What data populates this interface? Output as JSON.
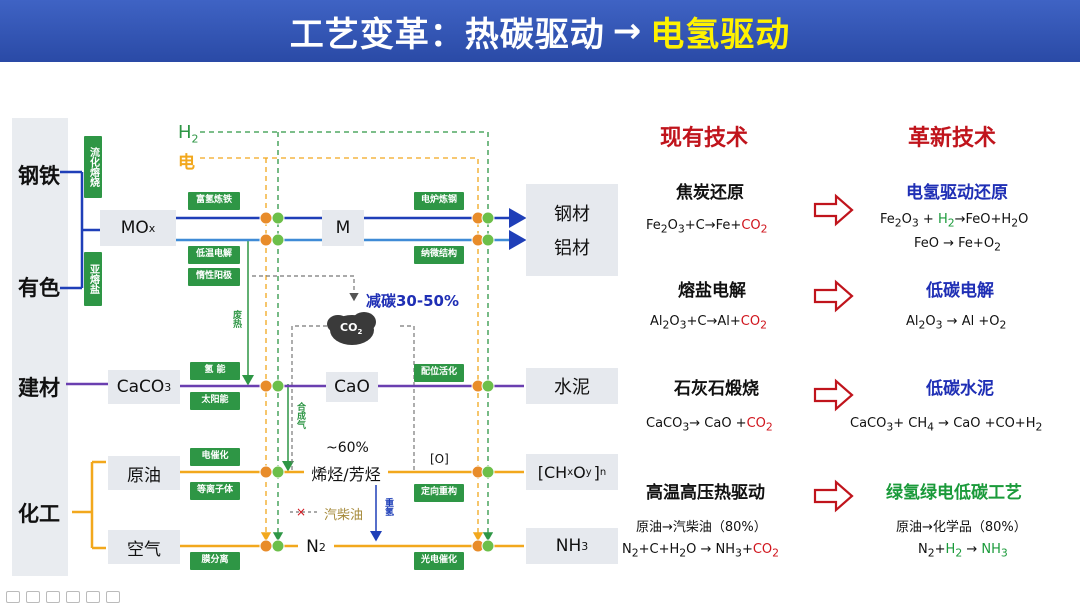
{
  "title": {
    "part1": "工艺变革：热碳驱动",
    "arrow": "→",
    "part2": "电氢驱动"
  },
  "industries": [
    "钢铁",
    "有色",
    "建材",
    "化工"
  ],
  "inputs": {
    "h2": "H",
    "h2_sub": "2",
    "power": "电"
  },
  "left_vertical_boxes": [
    "流化熔烧",
    "亚熔盐"
  ],
  "green_boxes": {
    "fuqing": "富氢炼铁",
    "didian": "低温电解",
    "duoxing": "惰性阳极",
    "qing": "氢 能",
    "taiyang": "太阳能",
    "diancui": "电催化",
    "denglizi": "等离子体",
    "mofenli": "膜分离",
    "dianlu": "电炉炼钢",
    "nawei": "纳微结构",
    "peiwei": "配位活化",
    "dingxiang": "定向重构",
    "guangdian": "光电催化"
  },
  "vertical_labels": {
    "feire": "废热",
    "hechengqi": "合成气",
    "zhuqing": "重氢"
  },
  "nodes": {
    "mox_main": "MO",
    "mox_sub": "x",
    "m": "M",
    "caco3_main": "CaCO",
    "caco3_sub": "3",
    "cao": "CaO",
    "yuanyou": "原油",
    "kongqi": "空气",
    "n2_main": "N",
    "n2_sub": "2"
  },
  "mid_labels": {
    "reduce": "减碳30-50%",
    "co2": "CO",
    "co2_sub": "2",
    "sixty": "~60%",
    "olefin": "烯烃/芳烃",
    "oxygen": "[O]",
    "diesel": "汽柴油",
    "cross": "×"
  },
  "products": {
    "steel": "钢材",
    "aluminum": "铝材",
    "cement": "水泥",
    "chxoy_pre": "[CH",
    "chxoy_x": "x",
    "chxoy_o": "O",
    "chxoy_y": "y",
    "chxoy_post": "]",
    "chxoy_n": "n",
    "nh3_main": "NH",
    "nh3_sub": "3"
  },
  "right": {
    "head_existing": "现有技术",
    "head_new": "革新技术",
    "rows": [
      {
        "existing_title": "焦炭还原",
        "new_title": "电氢驱动还原"
      },
      {
        "existing_title": "熔盐电解",
        "new_title": "低碳电解"
      },
      {
        "existing_title": "石灰石煅烧",
        "new_title": "低碳水泥"
      },
      {
        "existing_title": "高温高压热驱动",
        "new_title": "绿氢绿电低碳工艺"
      }
    ],
    "eq_feo": "FeO",
    "eq_feo_tail": "→ Fe+O",
    "eq_alo": "→ Al +O",
    "eq_crude_existing": "原油→汽柴油（80%）",
    "eq_crude_new": "原油→化学品（80%）"
  },
  "colors": {
    "title_bg": "#2f50ad",
    "title_highlight": "#fff200",
    "red_text": "#c0141c",
    "blue_text": "#1f2fb5",
    "green_text": "#1a9a3a",
    "green_box": "#2e9645",
    "line_blue": "#1f3fb8",
    "line_purple": "#6a3fb0",
    "line_orange": "#f2a81d"
  }
}
